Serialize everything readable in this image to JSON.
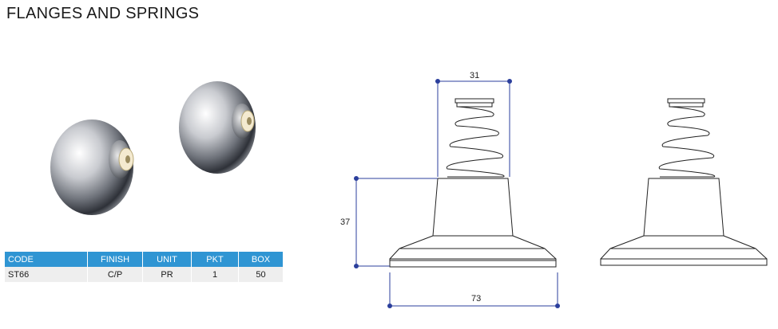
{
  "page": {
    "title": "FLANGES AND SPRINGS"
  },
  "product_table": {
    "headers": [
      "CODE",
      "FINISH",
      "UNIT",
      "PKT",
      "BOX"
    ],
    "rows": [
      [
        "ST66",
        "C/P",
        "PR",
        "1",
        "50"
      ]
    ],
    "header_color": "#2f95d3"
  },
  "drawing": {
    "dimensions": {
      "spring_width": "31",
      "flange_height": "37",
      "flange_width": "73"
    },
    "marker_color": "#2b3f9c"
  },
  "icons": [
    "chrome-flange-photo",
    "flange-with-spring-drawing",
    "flange-with-spring-drawing-plain"
  ]
}
